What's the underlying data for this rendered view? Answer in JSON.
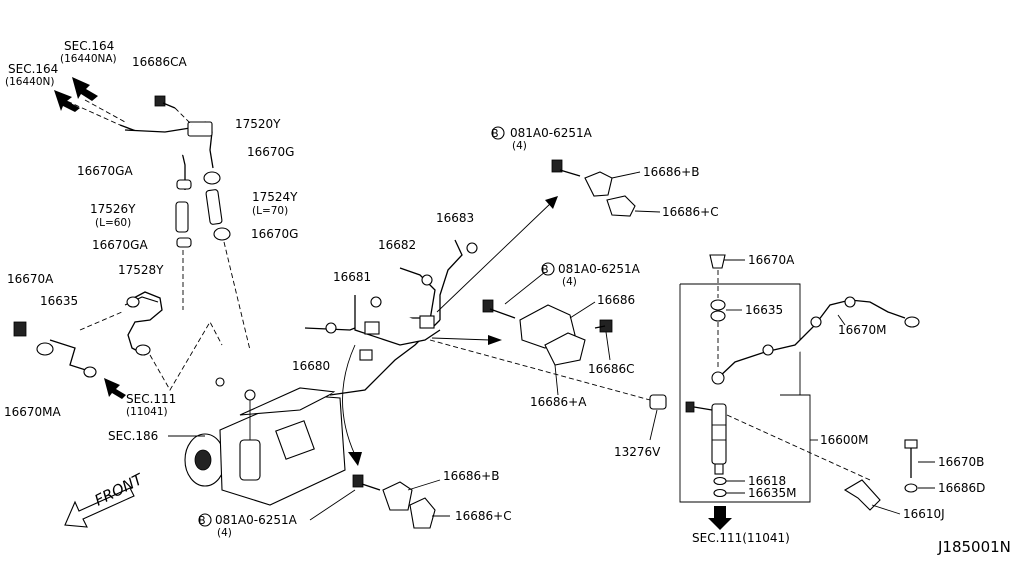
{
  "diagram": {
    "code": "J185001N",
    "front_label": "FRONT",
    "labels": {
      "sec164_a": "SEC.164",
      "sec164_a_sub": "(16440NA)",
      "sec164_b": "SEC.164",
      "sec164_b_sub": "(16440N)",
      "p16686CA": "16686CA",
      "p17520Y": "17520Y",
      "p16670G_top": "16670G",
      "p16670GA_top": "16670GA",
      "p17524Y": "17524Y",
      "p17524Y_sub": "(L=70)",
      "p17526Y": "17526Y",
      "p17526Y_sub": "(L=60)",
      "p16670GA_bot": "16670GA",
      "p16670G_bot": "16670G",
      "p17528Y": "17528Y",
      "p16670A_left": "16670A",
      "p16635_left": "16635",
      "p16670MA": "16670MA",
      "sec111_left": "SEC.111",
      "sec111_left_sub": "(11041)",
      "sec186": "SEC.186",
      "bolt_top": "081A0-6251A",
      "bolt_top_sub": "(4)",
      "p16686B_top": "16686+B",
      "p16686C_top": "16686+C",
      "p16683": "16683",
      "p16682": "16682",
      "p16681": "16681",
      "p16680": "16680",
      "bolt_mid": "081A0-6251A",
      "bolt_mid_sub": "(4)",
      "p16686": "16686",
      "p16686C": "16686C",
      "p16686A": "16686+A",
      "p13276V": "13276V",
      "p16670A_right": "16670A",
      "p16635_right": "16635",
      "p16670M": "16670M",
      "p16600M": "16600M",
      "p16618": "16618",
      "p16635M": "16635M",
      "p16670B": "16670B",
      "p16686D": "16686D",
      "p16610J": "16610J",
      "sec111_bottom": "SEC.111(11041)",
      "p16686B_bot": "16686+B",
      "p16686C_bot": "16686+C",
      "bolt_bot": "081A0-6251A",
      "bolt_bot_sub": "(4)",
      "bolt_symbol": "B"
    }
  }
}
